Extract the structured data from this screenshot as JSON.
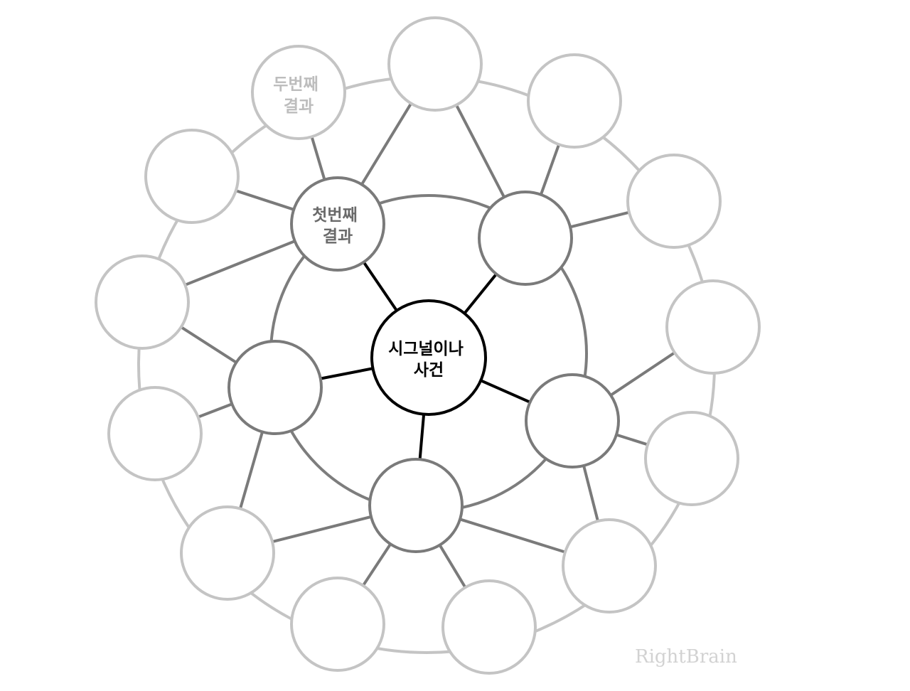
{
  "diagram": {
    "center_node": {
      "line1": "시그널이나",
      "line2": "사건"
    },
    "first_results": [
      {
        "line1": "첫번째",
        "line2": "결과"
      },
      {
        "line1": "",
        "line2": ""
      },
      {
        "line1": "",
        "line2": ""
      },
      {
        "line1": "",
        "line2": ""
      },
      {
        "line1": "",
        "line2": ""
      }
    ],
    "second_results": [
      {
        "line1": "두번째",
        "line2": "결과"
      },
      {
        "line1": "",
        "line2": ""
      },
      {
        "line1": "",
        "line2": ""
      },
      {
        "line1": "",
        "line2": ""
      },
      {
        "line1": "",
        "line2": ""
      },
      {
        "line1": "",
        "line2": ""
      },
      {
        "line1": "",
        "line2": ""
      },
      {
        "line1": "",
        "line2": ""
      },
      {
        "line1": "",
        "line2": ""
      },
      {
        "line1": "",
        "line2": ""
      },
      {
        "line1": "",
        "line2": ""
      },
      {
        "line1": "",
        "line2": ""
      },
      {
        "line1": "",
        "line2": ""
      },
      {
        "line1": "",
        "line2": ""
      },
      {
        "line1": "",
        "line2": ""
      }
    ],
    "colors": {
      "center": "#000000",
      "first_level": "#7a7a7a",
      "second_level": "#c4c4c4",
      "first_label": "#6a6a6a",
      "second_label": "#bdbdbd",
      "watermark": "#d2d2d2",
      "background": "#ffffff"
    }
  },
  "watermark": "RightBrain"
}
